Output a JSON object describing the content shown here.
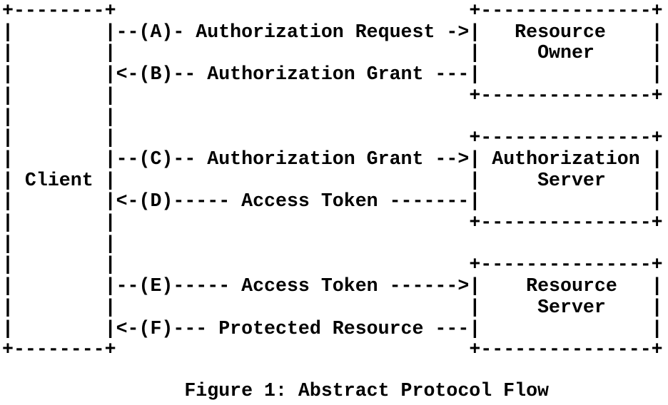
{
  "figure": {
    "ascii_lines": [
      "+--------+                               +---------------+",
      "|        |--(A)- Authorization Request ->|   Resource    |",
      "|        |                               |     Owner     |",
      "|        |<-(B)-- Authorization Grant ---|               |",
      "|        |                               +---------------+",
      "|        |",
      "|        |                               +---------------+",
      "|        |--(C)-- Authorization Grant -->| Authorization |",
      "| Client |                               |     Server    |",
      "|        |<-(D)----- Access Token -------|               |",
      "|        |                               +---------------+",
      "|        |",
      "|        |                               +---------------+",
      "|        |--(E)----- Access Token ------>|    Resource   |",
      "|        |                               |     Server    |",
      "|        |<-(F)--- Protected Resource ---|               |",
      "+--------+                               +---------------+"
    ],
    "caption": "Figure 1: Abstract Protocol Flow",
    "entities": [
      "Client",
      "Resource Owner",
      "Authorization Server",
      "Resource Server"
    ],
    "flow_steps": [
      {
        "label": "(A)",
        "message": "Authorization Request",
        "from": "Client",
        "to": "Resource Owner"
      },
      {
        "label": "(B)",
        "message": "Authorization Grant",
        "from": "Resource Owner",
        "to": "Client"
      },
      {
        "label": "(C)",
        "message": "Authorization Grant",
        "from": "Client",
        "to": "Authorization Server"
      },
      {
        "label": "(D)",
        "message": "Access Token",
        "from": "Authorization Server",
        "to": "Client"
      },
      {
        "label": "(E)",
        "message": "Access Token",
        "from": "Client",
        "to": "Resource Server"
      },
      {
        "label": "(F)",
        "message": "Protected Resource",
        "from": "Resource Server",
        "to": "Client"
      }
    ],
    "colors": {
      "text": "#000000",
      "background": "#ffffff"
    }
  }
}
